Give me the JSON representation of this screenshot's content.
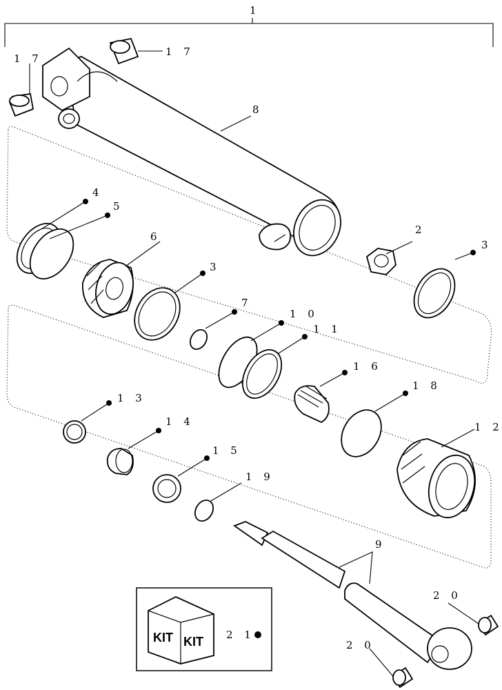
{
  "labels": {
    "l1": "1",
    "l17a": "1 7",
    "l17b": "1 7",
    "l8": "8",
    "l4": "4",
    "l5": "5",
    "l6": "6",
    "l2": "2",
    "l3a": "3",
    "l3b": "3",
    "l7": "7",
    "l10": "1 0",
    "l11": "1 1",
    "l16": "1 6",
    "l18": "1 8",
    "l13": "1 3",
    "l14": "1 4",
    "l12": "1 2",
    "l15": "1 5",
    "l19": "1 9",
    "l9": "9",
    "l20a": "2 0",
    "l20b": "2 0",
    "l21": "2 1"
  },
  "kit": {
    "left": "KIT",
    "right": "KIT"
  }
}
